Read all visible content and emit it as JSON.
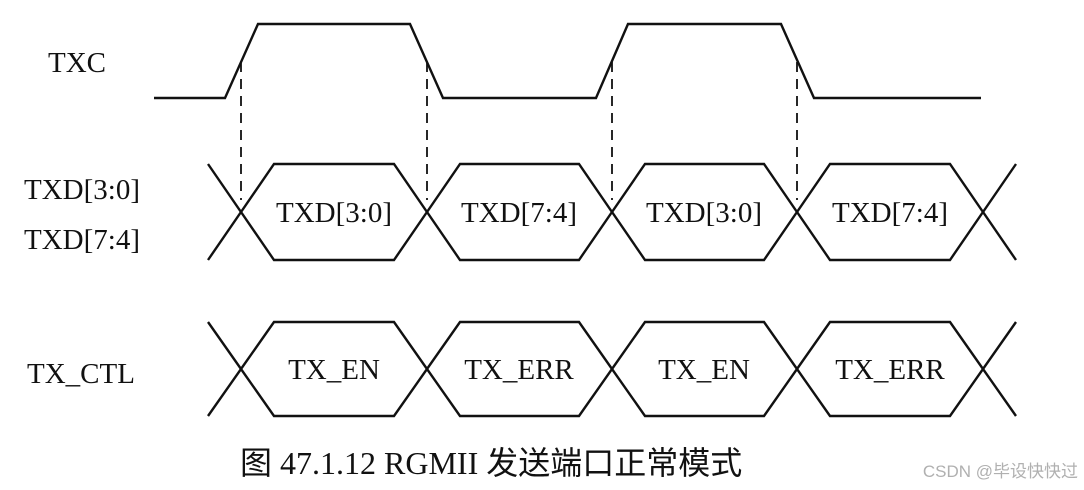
{
  "signals": {
    "txc": "TXC",
    "txd_line1": "TXD[3:0]",
    "txd_line2": "TXD[7:4]",
    "tx_ctl": "TX_CTL"
  },
  "txd_cells": [
    "TXD[3:0]",
    "TXD[7:4]",
    "TXD[3:0]",
    "TXD[7:4]"
  ],
  "ctl_cells": [
    "TX_EN",
    "TX_ERR",
    "TX_EN",
    "TX_ERR"
  ],
  "caption": "图  47.1.12 RGMII 发送端口正常模式",
  "watermark": "CSDN @毕设快快过"
}
